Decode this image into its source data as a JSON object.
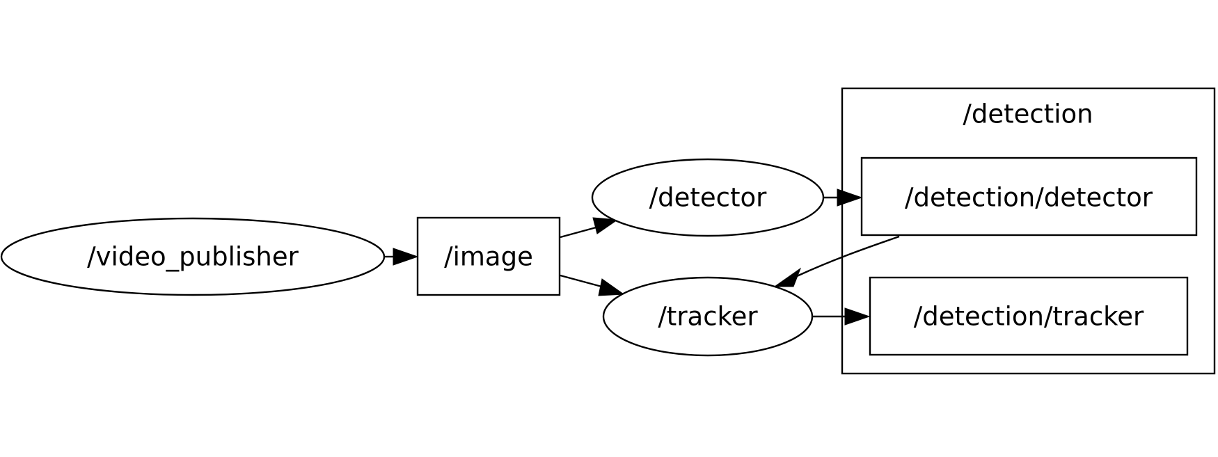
{
  "graph": {
    "cluster": {
      "label": "/detection"
    },
    "nodes": {
      "video_publisher": "/video_publisher",
      "image": "/image",
      "detector": "/detector",
      "tracker": "/tracker",
      "detection_detector": "/detection/detector",
      "detection_tracker": "/detection/tracker"
    },
    "edges": [
      {
        "from": "/video_publisher",
        "to": "/image"
      },
      {
        "from": "/image",
        "to": "/detector"
      },
      {
        "from": "/image",
        "to": "/tracker"
      },
      {
        "from": "/detector",
        "to": "/detection/detector"
      },
      {
        "from": "/detection/detector",
        "to": "/tracker"
      },
      {
        "from": "/tracker",
        "to": "/detection/tracker"
      }
    ]
  }
}
